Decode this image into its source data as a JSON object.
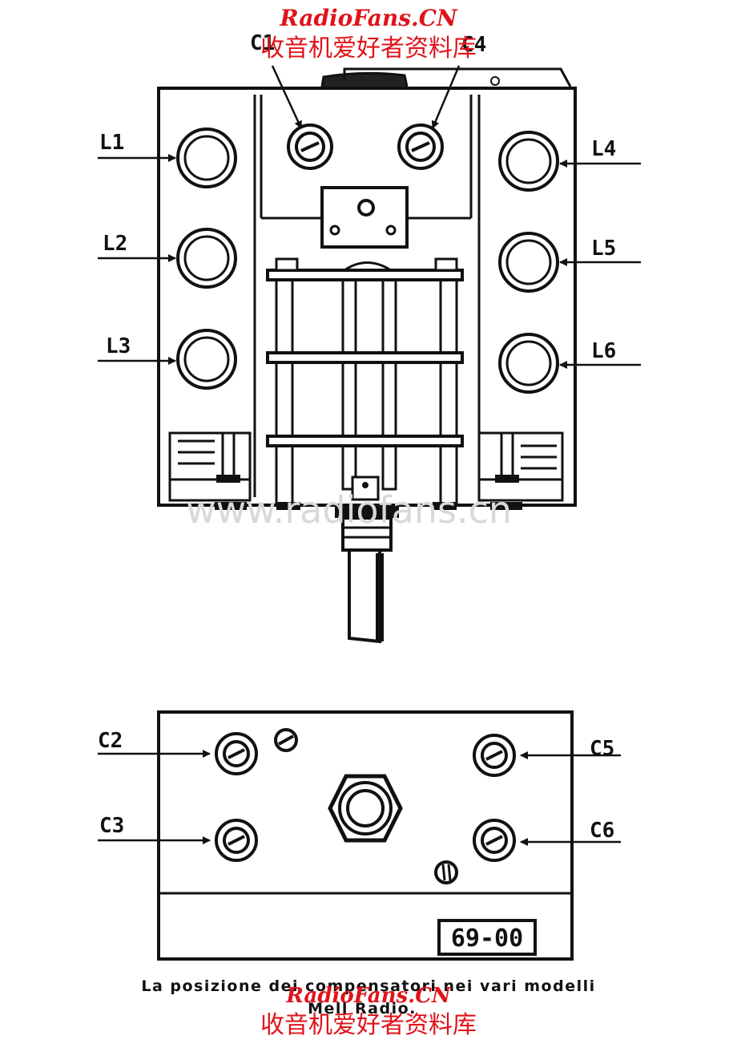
{
  "watermark": {
    "site": "RadioFans.CN",
    "chinese": "收音机爱好者资料库",
    "faint_url": "www.radiofans.cn"
  },
  "top_view": {
    "labels": {
      "c1": "C1",
      "c4": "C4",
      "l1": "L1",
      "l2": "L2",
      "l3": "L3",
      "l4": "L4",
      "l5": "L5",
      "l6": "L6"
    }
  },
  "bottom_view": {
    "labels": {
      "c2": "C2",
      "c3": "C3",
      "c5": "C5",
      "c6": "C6"
    },
    "model_number": "69-00"
  },
  "caption": {
    "line1": "La posizione dei compensatori nei vari modelli",
    "line2": "Mell Radio."
  }
}
